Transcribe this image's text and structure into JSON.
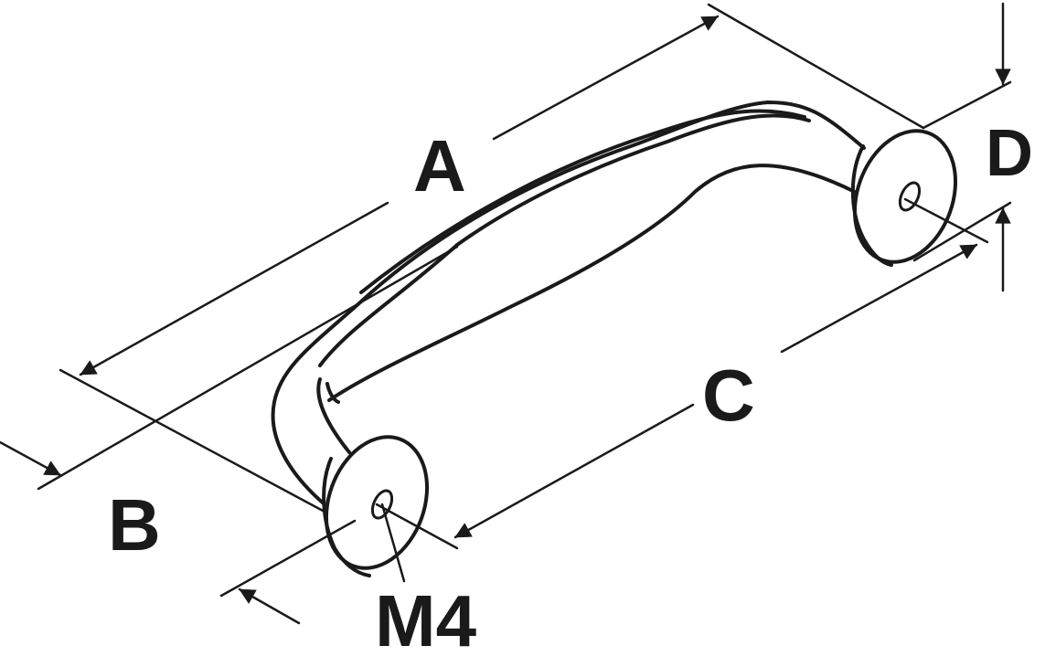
{
  "labels": {
    "a": "A",
    "b": "B",
    "c": "C",
    "d": "D",
    "thread": "M4"
  },
  "colors": {
    "stroke": "#1a1a1a",
    "background": "#ffffff"
  }
}
